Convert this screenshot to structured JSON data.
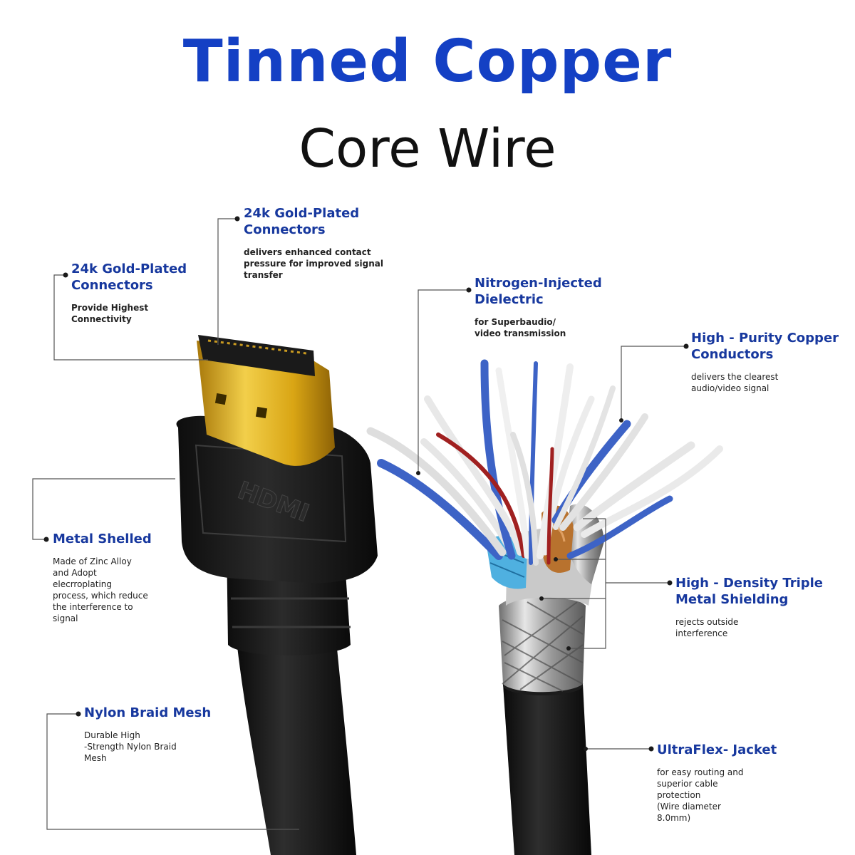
{
  "title": {
    "line1": "Tinned Copper",
    "line2": "Core Wire"
  },
  "callouts": {
    "gold_connectors_top": {
      "title": "24k Gold-Plated\nConnectors",
      "desc": "delivers enhanced contact\npressure for improved signal\ntransfer"
    },
    "gold_connectors_left": {
      "title": "24k Gold-Plated\nConnectors",
      "desc": "Provide Highest\nConnectivity"
    },
    "nitrogen_dielectric": {
      "title": "Nitrogen-Injected\nDielectric",
      "desc": "for Superbaudio/\nvideo transmission"
    },
    "copper_conductors": {
      "title": "High - Purity Copper\nConductors",
      "desc": "delivers the clearest\naudio/video signal"
    },
    "metal_shelled": {
      "title": "Metal Shelled",
      "desc": "Made of Zinc Alloy\nand Adopt\nelecrroplating\nprocess, which reduce\nthe interference to\nsignal"
    },
    "triple_shielding": {
      "title": "High - Density Triple\nMetal Shielding",
      "desc": "rejects outside\ninterference"
    },
    "nylon_braid": {
      "title": "Nylon Braid Mesh",
      "desc": "Durable High\n-Strength Nylon Braid\nMesh"
    },
    "ultraflex_jacket": {
      "title": "UltraFlex- Jacket",
      "desc": "for easy routing and\nsuperior cable\nprotection\n(Wire diameter\n8.0mm)"
    }
  },
  "connector_logo": "HDMI",
  "colors": {
    "title_blue": "#1440c4",
    "callout_blue": "#17389e",
    "gold": "#d9a514",
    "cable_black": "#1a1a1a",
    "wire_blue": "#3d63c6",
    "wire_red": "#a02020",
    "foil_copper": "#b8722e"
  },
  "icons": [
    "hdmi-connector-illustration",
    "stripped-cable-illustration"
  ]
}
